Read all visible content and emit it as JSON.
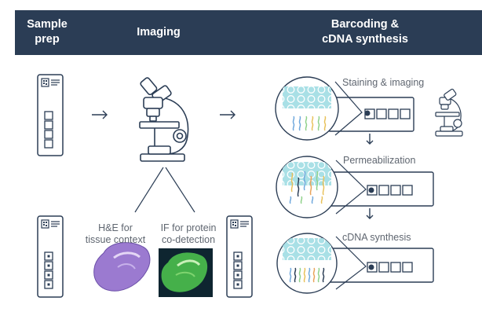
{
  "header": {
    "col1": "Sample\nprep",
    "col2": "Imaging",
    "col3": "Barcoding &\ncDNA synthesis"
  },
  "labels": {
    "he": "H&E for\ntissue context",
    "if": "IF for protein\nco-detection",
    "step1": "Staining & imaging",
    "step2": "Permeabilization",
    "step3": "cDNA synthesis"
  },
  "colors": {
    "banner": "#2b3d55",
    "outline": "#2b3d55",
    "tissue_teal": "#a9e0e6",
    "he_purple": "#9b7ad0",
    "if_green": "#45b04a",
    "if_background": "#0e2530"
  },
  "icons": [
    "slide-icon",
    "arrow-right-icon",
    "microscope-icon",
    "arrow-down-icon",
    "tissue-circle-icon"
  ]
}
